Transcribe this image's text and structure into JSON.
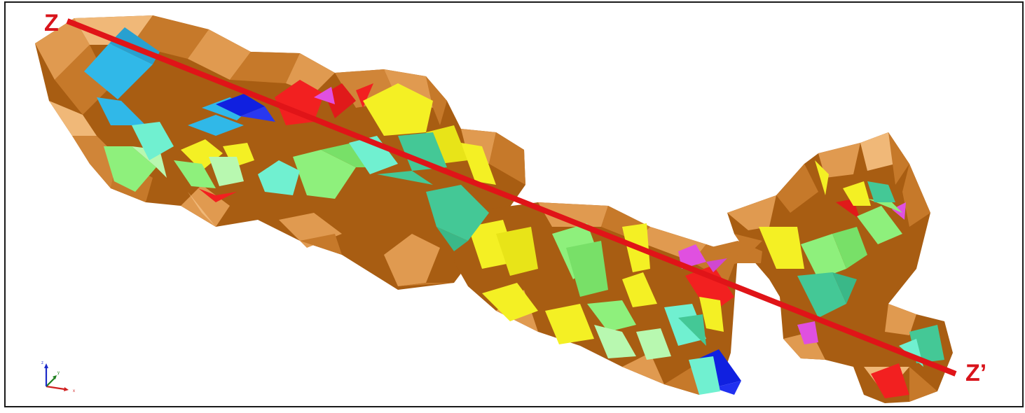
{
  "labels": {
    "start": "Z",
    "end": "Z’"
  },
  "axis_triad": {
    "x": "x",
    "y": "y",
    "z": "z"
  },
  "colors": {
    "frame_border": "#1a1a1a",
    "section_line": "#e01418",
    "body_dark": "#a85d12",
    "body_mid": "#c6792a",
    "body_light": "#e09a50",
    "body_highlight": "#f0b878",
    "yellow": "#f4f024",
    "light_green": "#8ef07c",
    "pale_green": "#b8f8b0",
    "teal": "#44c896",
    "aqua": "#70f0d0",
    "sky_blue": "#30b8e8",
    "blue": "#1020e0",
    "red": "#f22020",
    "magenta": "#e050e0"
  }
}
